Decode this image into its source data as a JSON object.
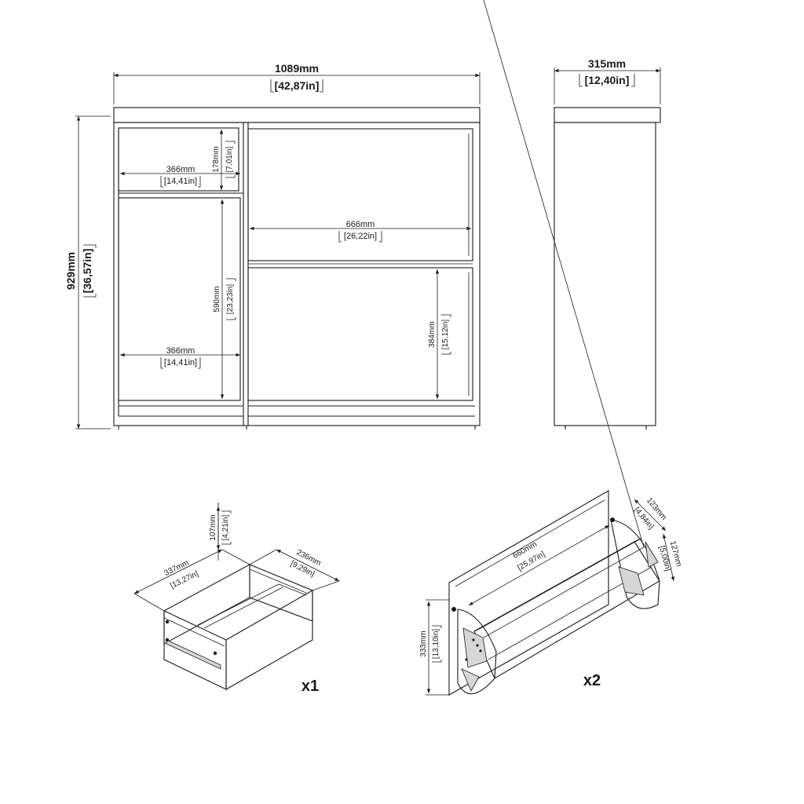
{
  "front_view": {
    "width": "1089mm",
    "width_in": "42,87in",
    "height": "929mm",
    "height_in": "36,57in",
    "top_shelf_height": "178mm",
    "top_shelf_height_in": "7,01in",
    "top_shelf_width": "366mm",
    "top_shelf_width_in": "14,41in",
    "flap_width": "666mm",
    "flap_width_in": "26,22in",
    "door_height": "590mm",
    "door_height_in": "23,23in",
    "door_width": "366mm",
    "door_width_in": "14,41in",
    "flap_height": "384mm",
    "flap_height_in": "15,12in"
  },
  "side_view": {
    "depth": "315mm",
    "depth_in": "12,40in"
  },
  "drawer": {
    "height": "107mm",
    "height_in": "4,21in",
    "width": "337mm",
    "width_in": "13,27in",
    "depth": "236mm",
    "depth_in": "9,29in",
    "quantity": "x1"
  },
  "shoe_compartment": {
    "width": "660mm",
    "width_in": "25,97in",
    "height": "333mm",
    "height_in": "13,10in",
    "depth_top": "123mm",
    "depth_top_in": "4,84in",
    "depth_side": "127mm",
    "depth_side_in": "5,00in",
    "quantity": "x2"
  }
}
